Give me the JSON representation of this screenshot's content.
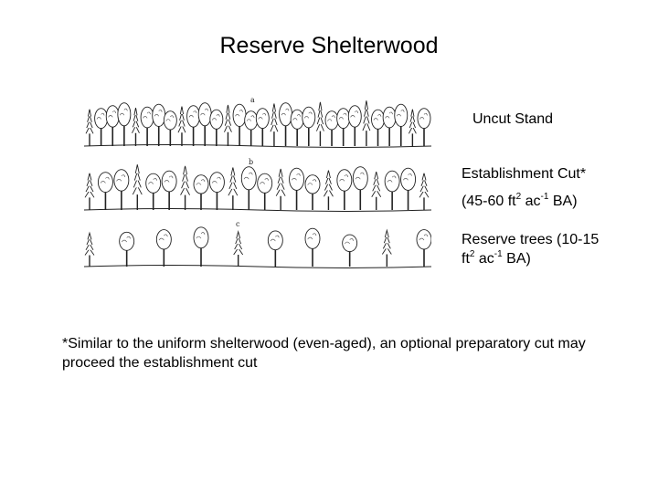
{
  "title": "Reserve Shelterwood",
  "illustration": {
    "panel_letters": [
      "a",
      "b",
      "c"
    ]
  },
  "labels": {
    "uncut": "Uncut Stand",
    "establishment": "Establishment Cut*",
    "establishment_ba": {
      "pre": "(45-60 ft",
      "sup1": "2",
      "mid": " ac",
      "sup2": "-1",
      "post": " BA)"
    },
    "reserve": {
      "pre": "Reserve trees  (10-15 ft",
      "sup1": "2",
      "mid": " ac",
      "sup2": "-1",
      "post": " BA)"
    }
  },
  "footnote": "*Similar to the uniform shelterwood (even-aged), an optional preparatory cut may proceed the establishment cut"
}
